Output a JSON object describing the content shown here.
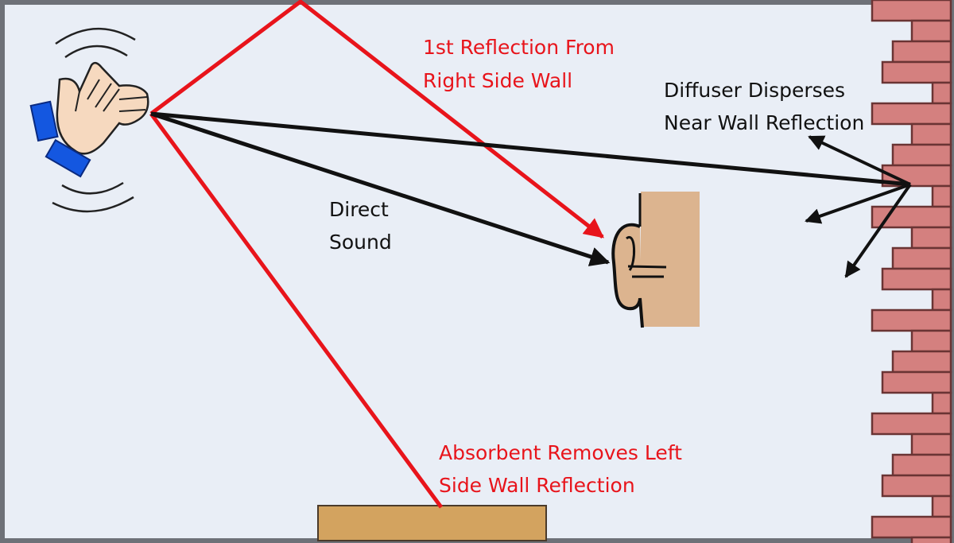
{
  "labels": {
    "first_reflection": [
      "1st Reflection From",
      "Right Side Wall"
    ],
    "diffuser": [
      "Diffuser Disperses",
      "Near Wall Reflection"
    ],
    "direct": [
      "Direct",
      "Sound"
    ],
    "absorbent": [
      "Absorbent Removes Left",
      "Side Wall Reflection"
    ]
  },
  "colors": {
    "background": "#e9eef6",
    "frame": "#6e7178",
    "reflection": "#e8141b",
    "direct": "#111111",
    "brick": "#d4807f",
    "absorbent": "#d3a35f",
    "head": "#dcb48f",
    "skin": "#f6d9bf",
    "cuff": "#1457e0"
  }
}
